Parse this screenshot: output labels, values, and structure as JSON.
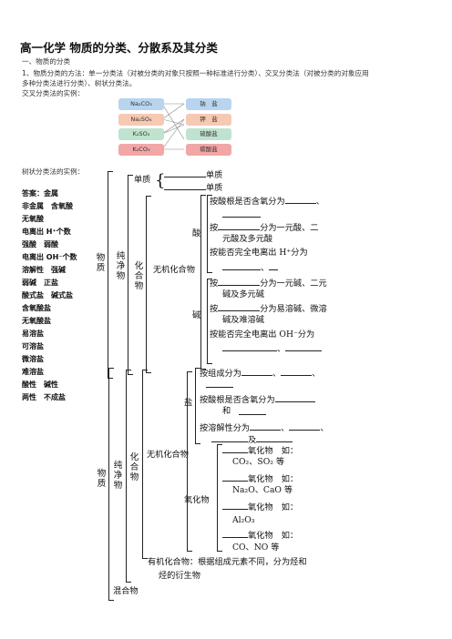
{
  "title": "高一化学  物质的分类、分散系及其分类",
  "section1": "一、物质的分类",
  "para1_a": "1、物质分类的方法：单一分类法（对被分类的对象只按照一种标准进行分类）、交叉分类法（对被分类的对象应用",
  "para1_b": "多种分类法进行分类）、树状分类法。",
  "cross_example_label": "交叉分类法的实例：",
  "cross_left": [
    "Na₂CO₃",
    "Na₂SO₄",
    "K₂SO₄",
    "K₂CO₃"
  ],
  "cross_right": [
    "钠　盐",
    "钾　盐",
    "硫酸盐",
    "碳酸盐"
  ],
  "tree_example_label": "树状分类法的实例：",
  "answers": [
    "答案：金属",
    "非金属　含氧酸",
    "无氧酸",
    "电离出 H⁺个数",
    "强酸　弱酸",
    "电离出 OH⁻个数",
    "溶解性　强碱",
    "弱碱　正盐",
    "酸式盐　碱式盐",
    "含氧酸盐",
    "无氧酸盐",
    "易溶盐",
    "可溶盐",
    "微溶盐",
    "难溶盐",
    "酸性　碱性",
    "两性　不成盐"
  ],
  "tree1": {
    "wuzhi": "物质",
    "chunjingwu": "纯净物",
    "danzhi": "单质",
    "danzhi_1": "单质",
    "danzhi_2": "单质",
    "huahewu": "化合物",
    "wujihuahewu": "无机化合物",
    "suan": "酸",
    "suan_1": "按酸根是否含氧分为",
    "suan_2a": "按",
    "suan_2b": "分为一元酸、二",
    "suan_2c": "元酸及多元酸",
    "suan_3a": "按能否完全电离出 H⁺分为",
    "jian": "碱",
    "jian_1a": "按",
    "jian_1b": "分为一元碱、二元",
    "jian_1c": "碱及多元碱",
    "jian_2a": "按",
    "jian_2b": "分为易溶碱、微溶",
    "jian_2c": "碱及难溶碱",
    "jian_3a": "按能否完全电离出 OH⁻分为",
    "dun": "、"
  },
  "tree2": {
    "wuzhi": "物质",
    "chunjingwu": "纯净物",
    "huahewu": "化合物",
    "wujihuahewu": "无机化合物",
    "yan": "盐",
    "yan_1": "按组成分为",
    "yan_2": "按酸根是否含氧分为",
    "yan_2b": "和",
    "yan_3": "按溶解性分为",
    "yan_3b": "及",
    "yanghuawu": "氧化物",
    "ox_label": "氧化物　如：",
    "ox1": "CO₂、SO₂ 等",
    "ox2": "Na₂O、CaO 等",
    "ox3": "Al₂O₃",
    "ox4": "CO、NO 等",
    "youji_a": "有机化合物：根据组成元素不同，分为烃和",
    "youji_b": "烃的衍生物",
    "hunhewu": "混合物"
  }
}
